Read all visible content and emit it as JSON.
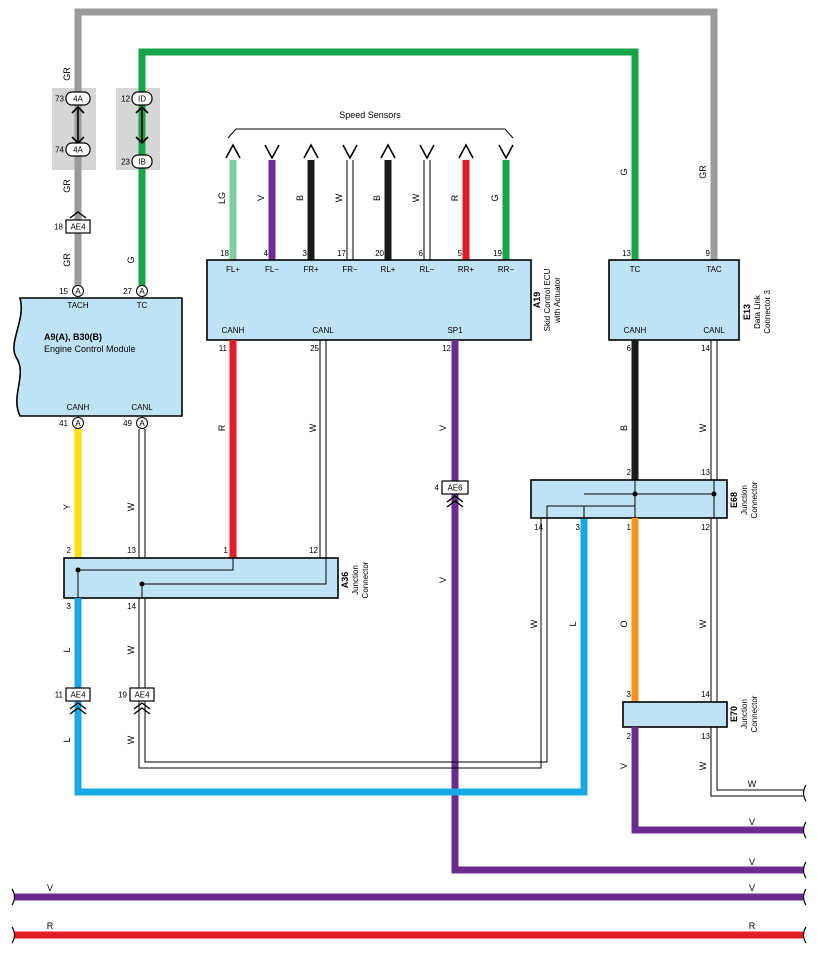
{
  "colors": {
    "GR": "#9b9b9b",
    "G": "#16a34a",
    "LG": "#7fcf9c",
    "V": "#6a2d8f",
    "B": "#1a1a1a",
    "W": "#ffffff",
    "R": "#e31b23",
    "Y": "#f9e000",
    "L": "#1aa7e8",
    "O": "#f7941d",
    "box": "#bfe3f5",
    "gray": "#d6d6d6"
  },
  "header": {
    "speed_sensors": "Speed Sensors"
  },
  "ecm": {
    "title": "A9(A), B30(B)",
    "subtitle": "Engine Control Module",
    "pins": {
      "tach": "TACH",
      "tc": "TC",
      "canh": "CANH",
      "canl": "CANL"
    },
    "pin_nums": {
      "tach": "15",
      "tc": "27",
      "canh": "41",
      "canl": "49"
    },
    "conn": "A"
  },
  "skid": {
    "id": "A19",
    "name1": "Skid Control ECU",
    "name2": "with Actuator",
    "top_pins": [
      {
        "num": "18",
        "label": "FL+",
        "color": "LG"
      },
      {
        "num": "4",
        "label": "FL−",
        "color": "V"
      },
      {
        "num": "3",
        "label": "FR+",
        "color": "B"
      },
      {
        "num": "17",
        "label": "FR−",
        "color": "W"
      },
      {
        "num": "20",
        "label": "RL+",
        "color": "B"
      },
      {
        "num": "6",
        "label": "RL−",
        "color": "W"
      },
      {
        "num": "5",
        "label": "RR+",
        "color": "R"
      },
      {
        "num": "19",
        "label": "RR−",
        "color": "G"
      }
    ],
    "bottom": {
      "canh": "CANH",
      "canl": "CANL",
      "sp1": "SP1",
      "canh_num": "11",
      "canl_num": "25",
      "sp1_num": "12"
    }
  },
  "dlc": {
    "id": "E13",
    "name1": "Data Link",
    "name2": "Connector 3",
    "pins": {
      "tc": "TC",
      "tac": "TAC",
      "canh": "CANH",
      "canl": "CANL"
    },
    "pin_nums": {
      "tc": "13",
      "tac": "9",
      "canh": "6",
      "canl": "14"
    }
  },
  "a36": {
    "id": "A36",
    "name1": "Junction",
    "name2": "Connector",
    "pins": [
      "2",
      "13",
      "1",
      "12",
      "3",
      "14"
    ]
  },
  "e68": {
    "id": "E68",
    "name1": "Junction",
    "name2": "Connector",
    "pins": [
      "2",
      "13",
      "14",
      "3",
      "1",
      "12"
    ]
  },
  "e70": {
    "id": "E70",
    "name1": "Junction",
    "name2": "Connector",
    "pins": [
      "3",
      "14",
      "2",
      "13"
    ]
  },
  "connectors": {
    "c4a_top": {
      "num": "73",
      "label": "4A"
    },
    "c4a_bot": {
      "num": "74",
      "label": "4A"
    },
    "cid": {
      "num": "12",
      "label": "ID"
    },
    "cib": {
      "num": "23",
      "label": "IB"
    },
    "ae4_top": {
      "num": "18",
      "label": "AE4"
    },
    "ae6": {
      "num": "4",
      "label": "AE6"
    },
    "ae4_l": {
      "num": "11",
      "label": "AE4"
    },
    "ae4_w": {
      "num": "19",
      "label": "AE4"
    }
  },
  "wire_labels": {
    "gr": "GR",
    "g": "G",
    "y": "Y",
    "w": "W",
    "r": "R",
    "v": "V",
    "l": "L",
    "b": "B",
    "o": "O",
    "lg": "LG"
  }
}
